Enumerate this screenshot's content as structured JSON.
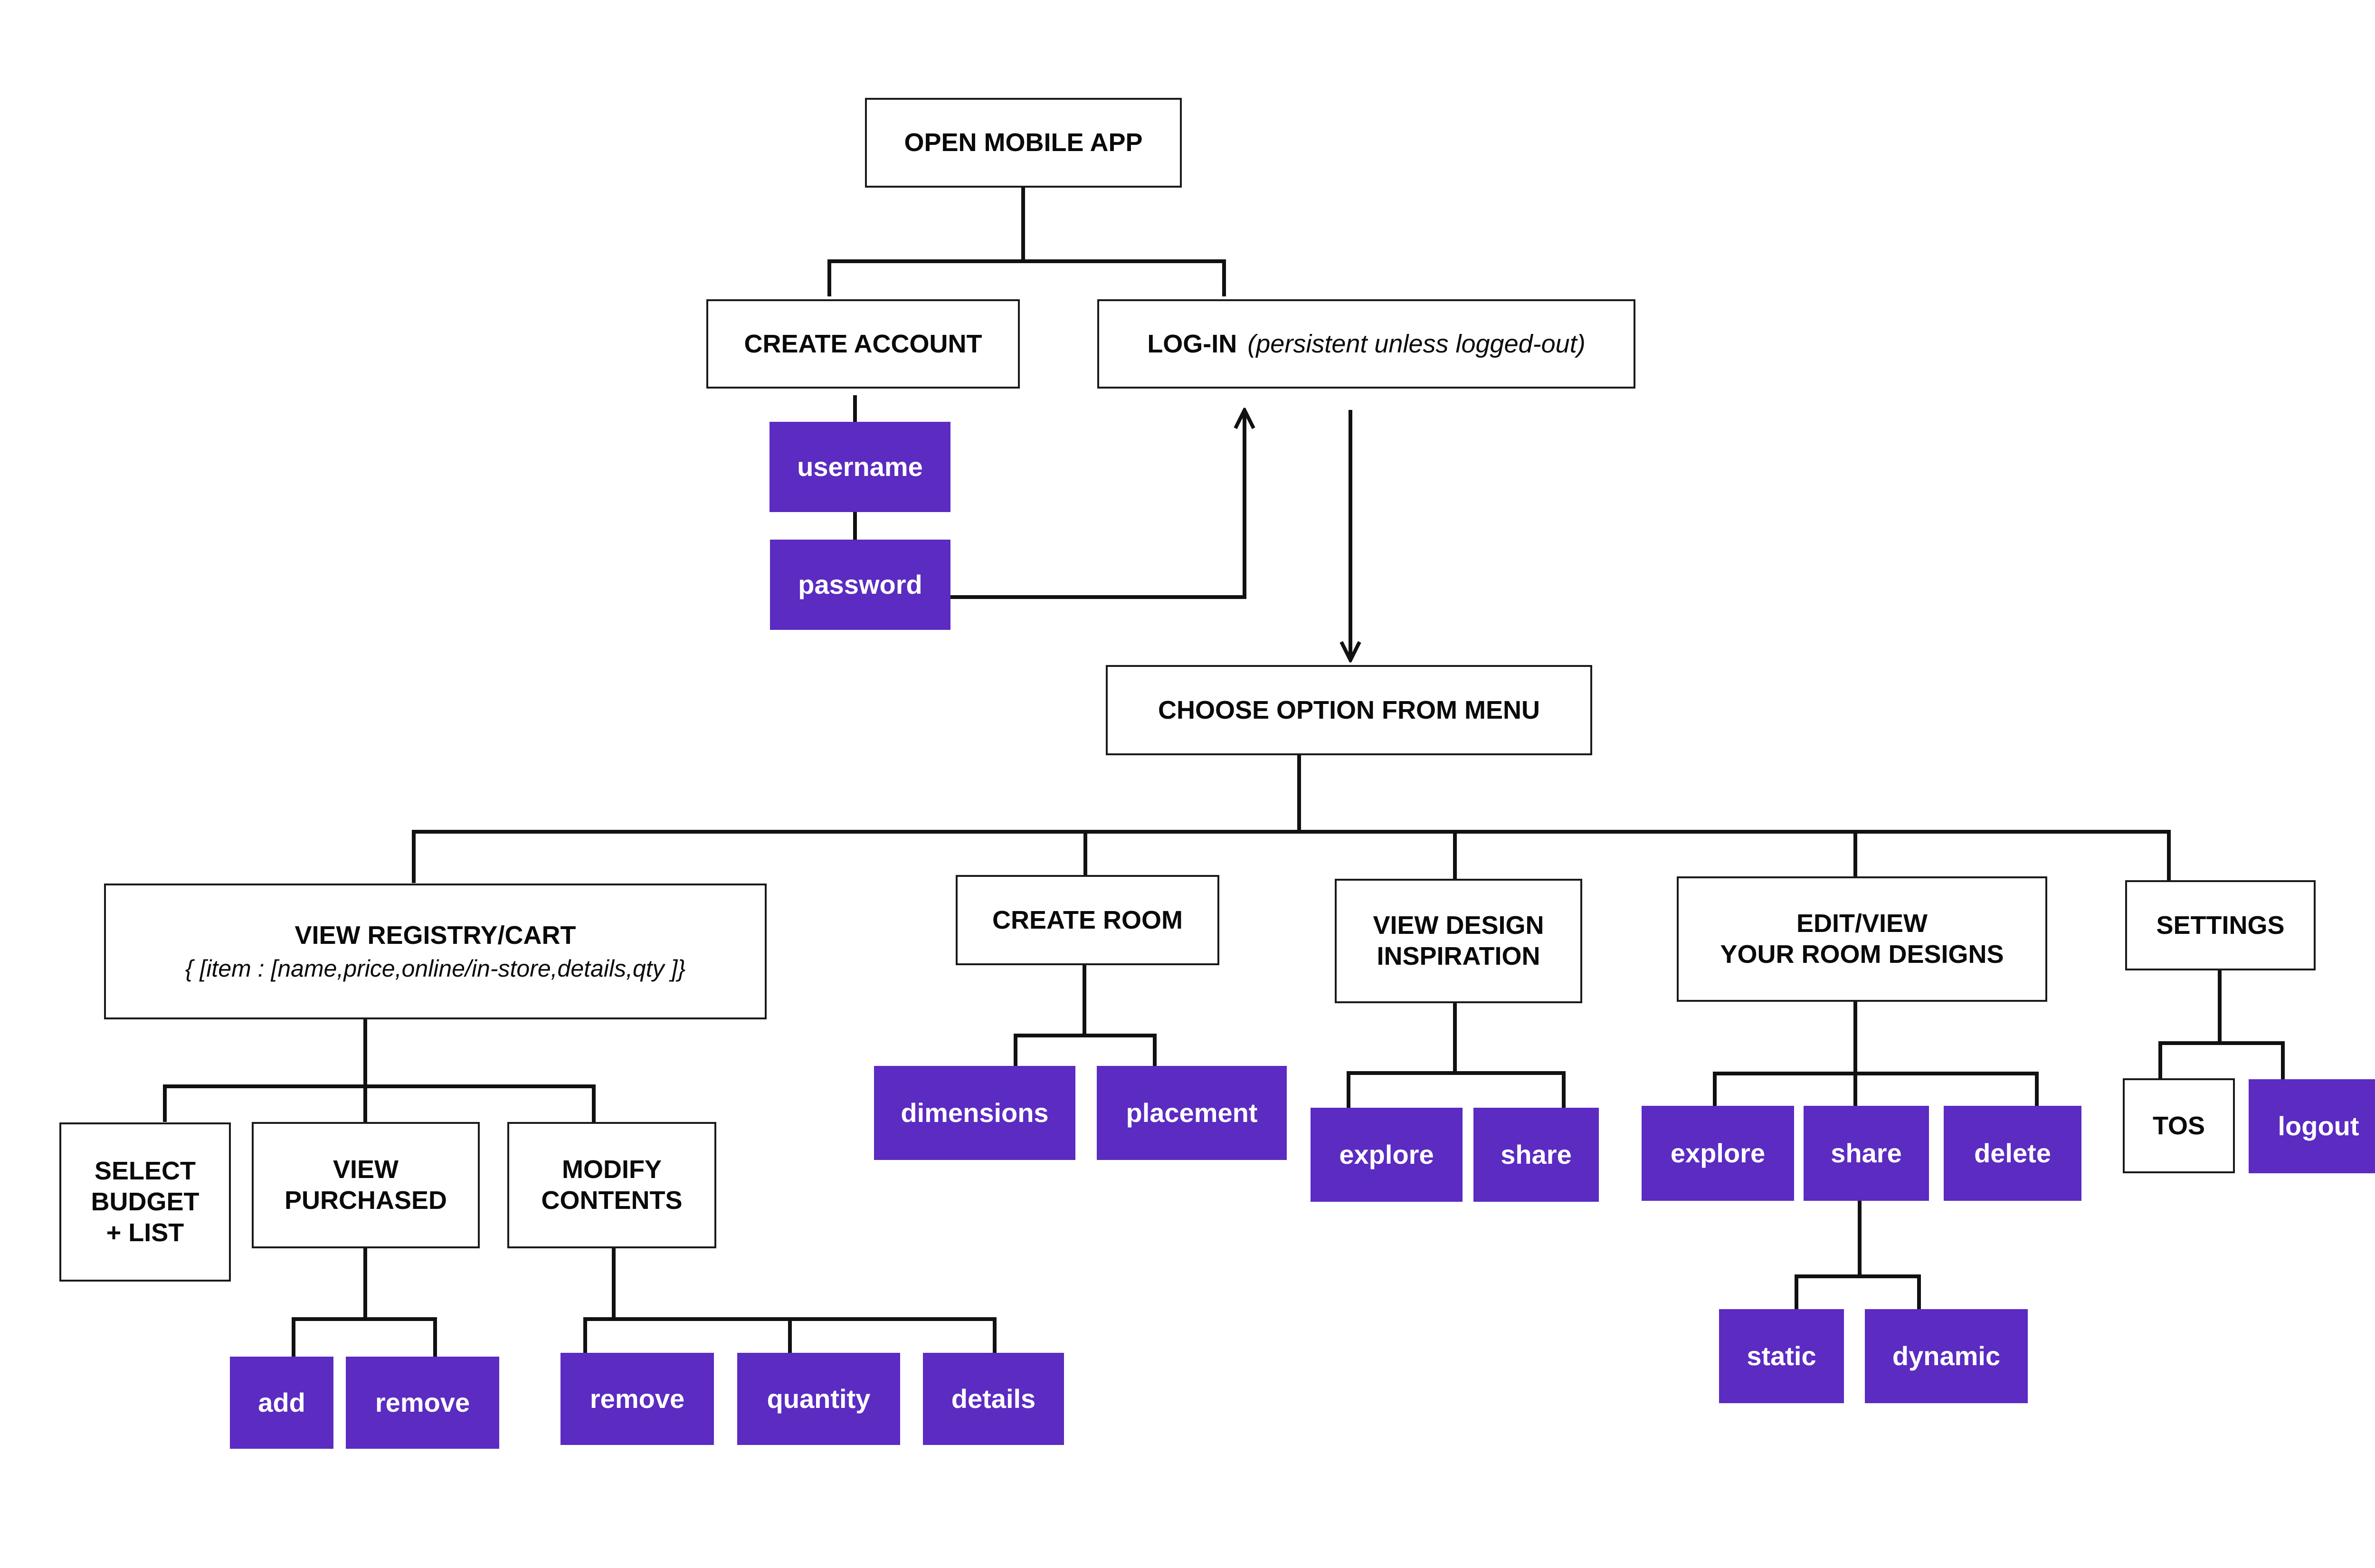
{
  "colors": {
    "accent": "#5b2bc2",
    "box_border": "#1a1a1a",
    "line": "#111111",
    "background": "#ffffff"
  },
  "nodes": {
    "open_app": "OPEN MOBILE APP",
    "create_account": "CREATE ACCOUNT",
    "login": "LOG-IN",
    "login_note": "(persistent unless logged-out)",
    "username": "username",
    "password": "password",
    "menu": "CHOOSE OPTION FROM MENU",
    "registry": "VIEW REGISTRY/CART",
    "registry_schema": "{ [item : [name,price,online/in-store,details,qty ]}",
    "create_room": "CREATE ROOM",
    "design_inspiration": [
      "VIEW DESIGN",
      "INSPIRATION"
    ],
    "edit_view": [
      "EDIT/VIEW",
      "YOUR ROOM DESIGNS"
    ],
    "settings": "SETTINGS",
    "select_budget": [
      "SELECT",
      "BUDGET",
      "+ LIST"
    ],
    "view_purchased": [
      "VIEW",
      "PURCHASED"
    ],
    "modify_contents": [
      "MODIFY",
      "CONTENTS"
    ],
    "add": "add",
    "remove_purchased": "remove",
    "remove_contents": "remove",
    "quantity": "quantity",
    "details": "details",
    "dimensions": "dimensions",
    "placement": "placement",
    "explore_inspiration": "explore",
    "share_inspiration": "share",
    "explore_designs": "explore",
    "share_designs": "share",
    "delete": "delete",
    "static": "static",
    "dynamic": "dynamic",
    "tos": "TOS",
    "logout": "logout"
  }
}
